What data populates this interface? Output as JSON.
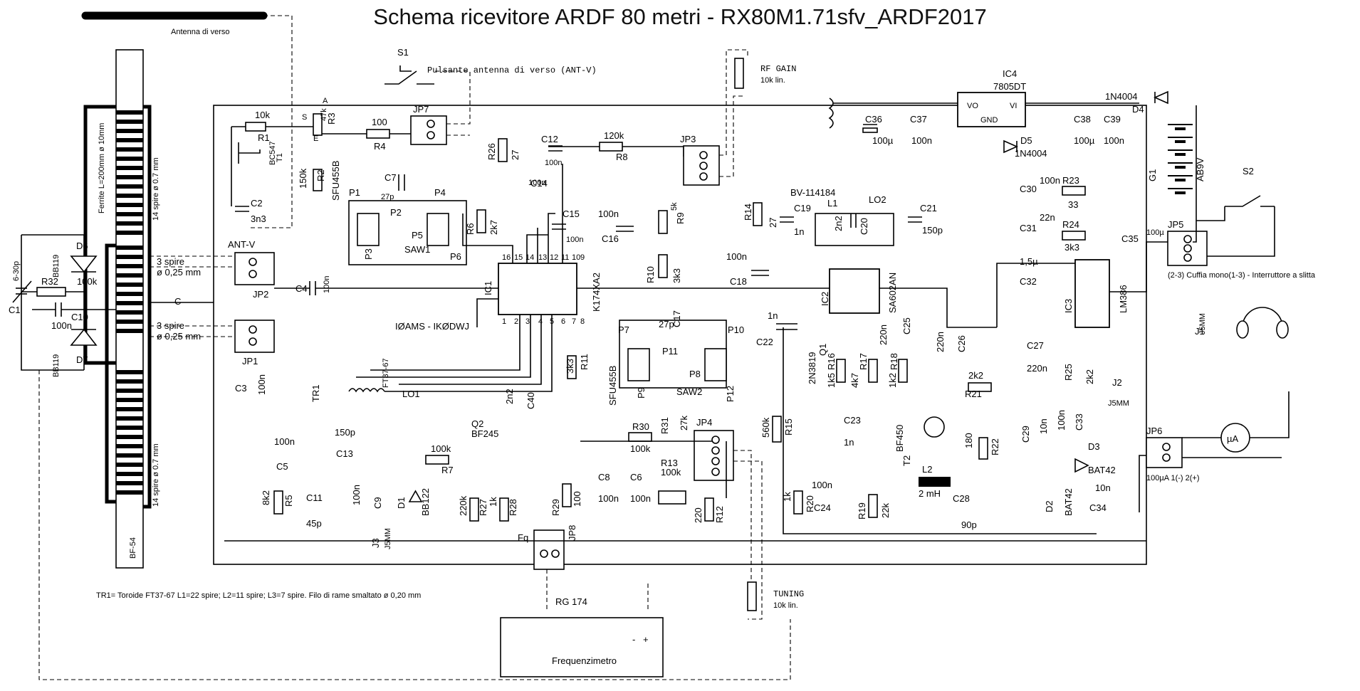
{
  "title": "Schema ricevitore ARDF 80 metri - RX80M1.71sfv_ARDF2017",
  "labels": {
    "antenna_verso": "Antenna di verso",
    "s1": "S1",
    "pulsante": "Pulsante antenna di verso (ANT-V)",
    "rf_gain": "RF GAIN",
    "rf_gain_val": "10k lin.",
    "ic4": "IC4",
    "ic4_part": "7805DT",
    "vo": "VO",
    "vi": "VI",
    "gnd": "GND",
    "d4_part": "1N4004",
    "d4": "D4",
    "d5": "D5",
    "d5_part": "1N4004",
    "g1": "G1",
    "ab9v": "AB9V",
    "s2": "S2",
    "jp5": "JP5",
    "cuffia": "(2-3) Cuffia mono(1-3) - Interruttore a slitta",
    "ferrite": "Ferrite L=200mm ø 10mm",
    "spire14_top": "14 spire ø 0.7 mm",
    "spire14_bot": "14 spire ø 0.7 mm",
    "bf54": "BF-54",
    "spire3_a": "3 spire",
    "spire3_a2": "ø 0,25 mm",
    "spire3_b": "3 spire",
    "spire3_b2": "ø 0,25 mm",
    "c_label": "C",
    "c1": "C1",
    "c1_val": "6-30p",
    "r32": "R32",
    "r32_val": "100k",
    "c10": "C10",
    "c10_val": "100n",
    "d6": "D6",
    "d7": "D7",
    "bb119a": "BB119",
    "bb119b": "BB119",
    "ant_v": "ANT-V",
    "jp1": "JP1",
    "jp2": "JP2",
    "jp3": "JP3",
    "jp4": "JP4",
    "jp6": "JP6",
    "jp7": "JP7",
    "jp8": "JP8",
    "r1": "R1",
    "r1_val": "10k",
    "r2": "R2",
    "r2_val": "150k",
    "r3": "R3",
    "r3_val": "47k",
    "r4": "R4",
    "r4_val": "100",
    "t1": "T1",
    "bc547": "BC547",
    "c2": "C2",
    "c2_val": "3n3",
    "c4": "C4",
    "c4_val": "100n",
    "sfu_a": "SFU455B",
    "sfu_b": "SFU455B",
    "p1": "P1",
    "p2": "P2",
    "p3": "P3",
    "p4": "P4",
    "p5": "P5",
    "p6": "P6",
    "p7": "P7",
    "p8": "P8",
    "p9": "P9",
    "p10": "P10",
    "p11": "P11",
    "p12": "P12",
    "saw1": "SAW1",
    "saw2": "SAW2",
    "c7": "C7",
    "c7_val": "27p",
    "c17": "C17",
    "c17_val": "27p",
    "r26": "R26",
    "r26_val": "27",
    "r6": "R6",
    "r6_val": "2k7",
    "c12": "C12",
    "c12_val": "100n",
    "c14": "C14",
    "c14_val": "100n",
    "c15": "C15",
    "c15_val": "100n",
    "c16": "C16",
    "c16_val": "100n",
    "r8": "R8",
    "r8_val": "120k",
    "r9": "R9",
    "r9_val": "5k",
    "r10": "R10",
    "r10_val": "3k3",
    "ic1": "IC1",
    "ic1_part": "K174XA2",
    "iams": "IØAMS - IKØDWJ",
    "r14": "R14",
    "r14_val": "27",
    "c18": "C18",
    "c18_val": "100n",
    "c19": "C19",
    "c19_val": "1n",
    "bv": "BV-114184",
    "lo2": "LO2",
    "l1": "L1",
    "c20": "C20",
    "c20_val": "2n2",
    "c21": "C21",
    "c21_val": "150p",
    "c36": "C36",
    "c36_val": "100µ",
    "c37": "C37",
    "c37_val": "100n",
    "c38": "C38",
    "c38_val": "100µ",
    "c39": "C39",
    "c39_val": "100n",
    "ic2": "IC2",
    "ic2_part": "SA602AN",
    "c30": "C30",
    "c30_val": "100n",
    "r23": "R23",
    "r23_val": "33",
    "c31": "C31",
    "c31_val": "22n",
    "r24": "R24",
    "r24_val": "3k3",
    "c35": "C35",
    "c35_val": "100µ",
    "c32": "C32",
    "c32_val": "1,5µ",
    "ic3": "IC3",
    "ic3_part": "LM386",
    "j1": "J1",
    "j5mm_a": "J5MM",
    "c22": "C22",
    "c22_val": "1n",
    "q1": "Q1",
    "q1_part": "2N3819",
    "r16": "R16",
    "r16_val": "1k5",
    "r17": "R17",
    "r17_val": "4k7",
    "r18": "R18",
    "r18_val": "1k2",
    "c25": "C25",
    "c25_val": "220n",
    "c26": "C26",
    "c26_val": "220n",
    "c27": "C27",
    "c27_val": "220n",
    "r21": "R21",
    "r21_val": "2k2",
    "r25": "R25",
    "r25_val": "2k2",
    "j2": "J2",
    "j5mm_b": "J5MM",
    "c33": "C33",
    "c33_val": "100n",
    "r15": "R15",
    "r15_val": "560k",
    "c23": "C23",
    "c23_val": "1n",
    "t2": "T2",
    "bf450": "BF450",
    "r22": "R22",
    "r22_val": "180",
    "c29": "C29",
    "c29_val": "10n",
    "d3": "D3",
    "bat42a": "BAT42",
    "d2": "D2",
    "bat42b": "BAT42",
    "c34": "C34",
    "c34_val": "10n",
    "ua": "µA",
    "ua_label": "100µA 1(-) 2(+)",
    "l2": "L2",
    "l2_val": "2 mH",
    "c28": "C28",
    "c28_val": "90p",
    "r19": "R19",
    "r19_val": "22k",
    "r20": "R20",
    "r20_val": "1k",
    "c24": "C24",
    "c24_val": "100n",
    "tr1": "TR1",
    "lo1": "LO1",
    "ft37": "FT37-67",
    "c40": "C40",
    "c40_val": "2n2",
    "r11": "R11",
    "r11_val": "3k3",
    "c3": "C3",
    "c3_val": "100n",
    "c5": "C5",
    "c5_val": "100n",
    "r5": "R5",
    "r5_val": "8k2",
    "c11": "C11",
    "c11_val": "45p",
    "c13": "C13",
    "c13_val": "150p",
    "c9": "C9",
    "c9_val": "100n",
    "d1": "D1",
    "bb122": "BB122",
    "j3": "J3",
    "j5mm_c": "J5MM",
    "q2": "Q2",
    "bf245": "BF245",
    "r7": "R7",
    "r7_val": "100k",
    "r27": "R27",
    "r27_val": "220k",
    "r28": "R28",
    "r28_val": "1k",
    "r29": "R29",
    "r29_val": "100",
    "c8": "C8",
    "c8_val": "100n",
    "c6": "C6",
    "c6_val": "100n",
    "r30": "R30",
    "r30_val": "100k",
    "r31": "R31",
    "r31_val": "27k",
    "r13": "R13",
    "r13_val": "100k",
    "r12": "R12",
    "r12_val": "220",
    "fq": "Fq",
    "tuning": "TUNING",
    "tuning_val": "10k lin.",
    "rg174": "RG 174",
    "tr1_note": "TR1= Toroide FT37-67  L1=22 spire; L2=11 spire; L3=7 spire. Filo di rame smaltato ø 0,20 mm",
    "freq": "Frequenzimetro",
    "minus": "-",
    "plus": "+"
  }
}
